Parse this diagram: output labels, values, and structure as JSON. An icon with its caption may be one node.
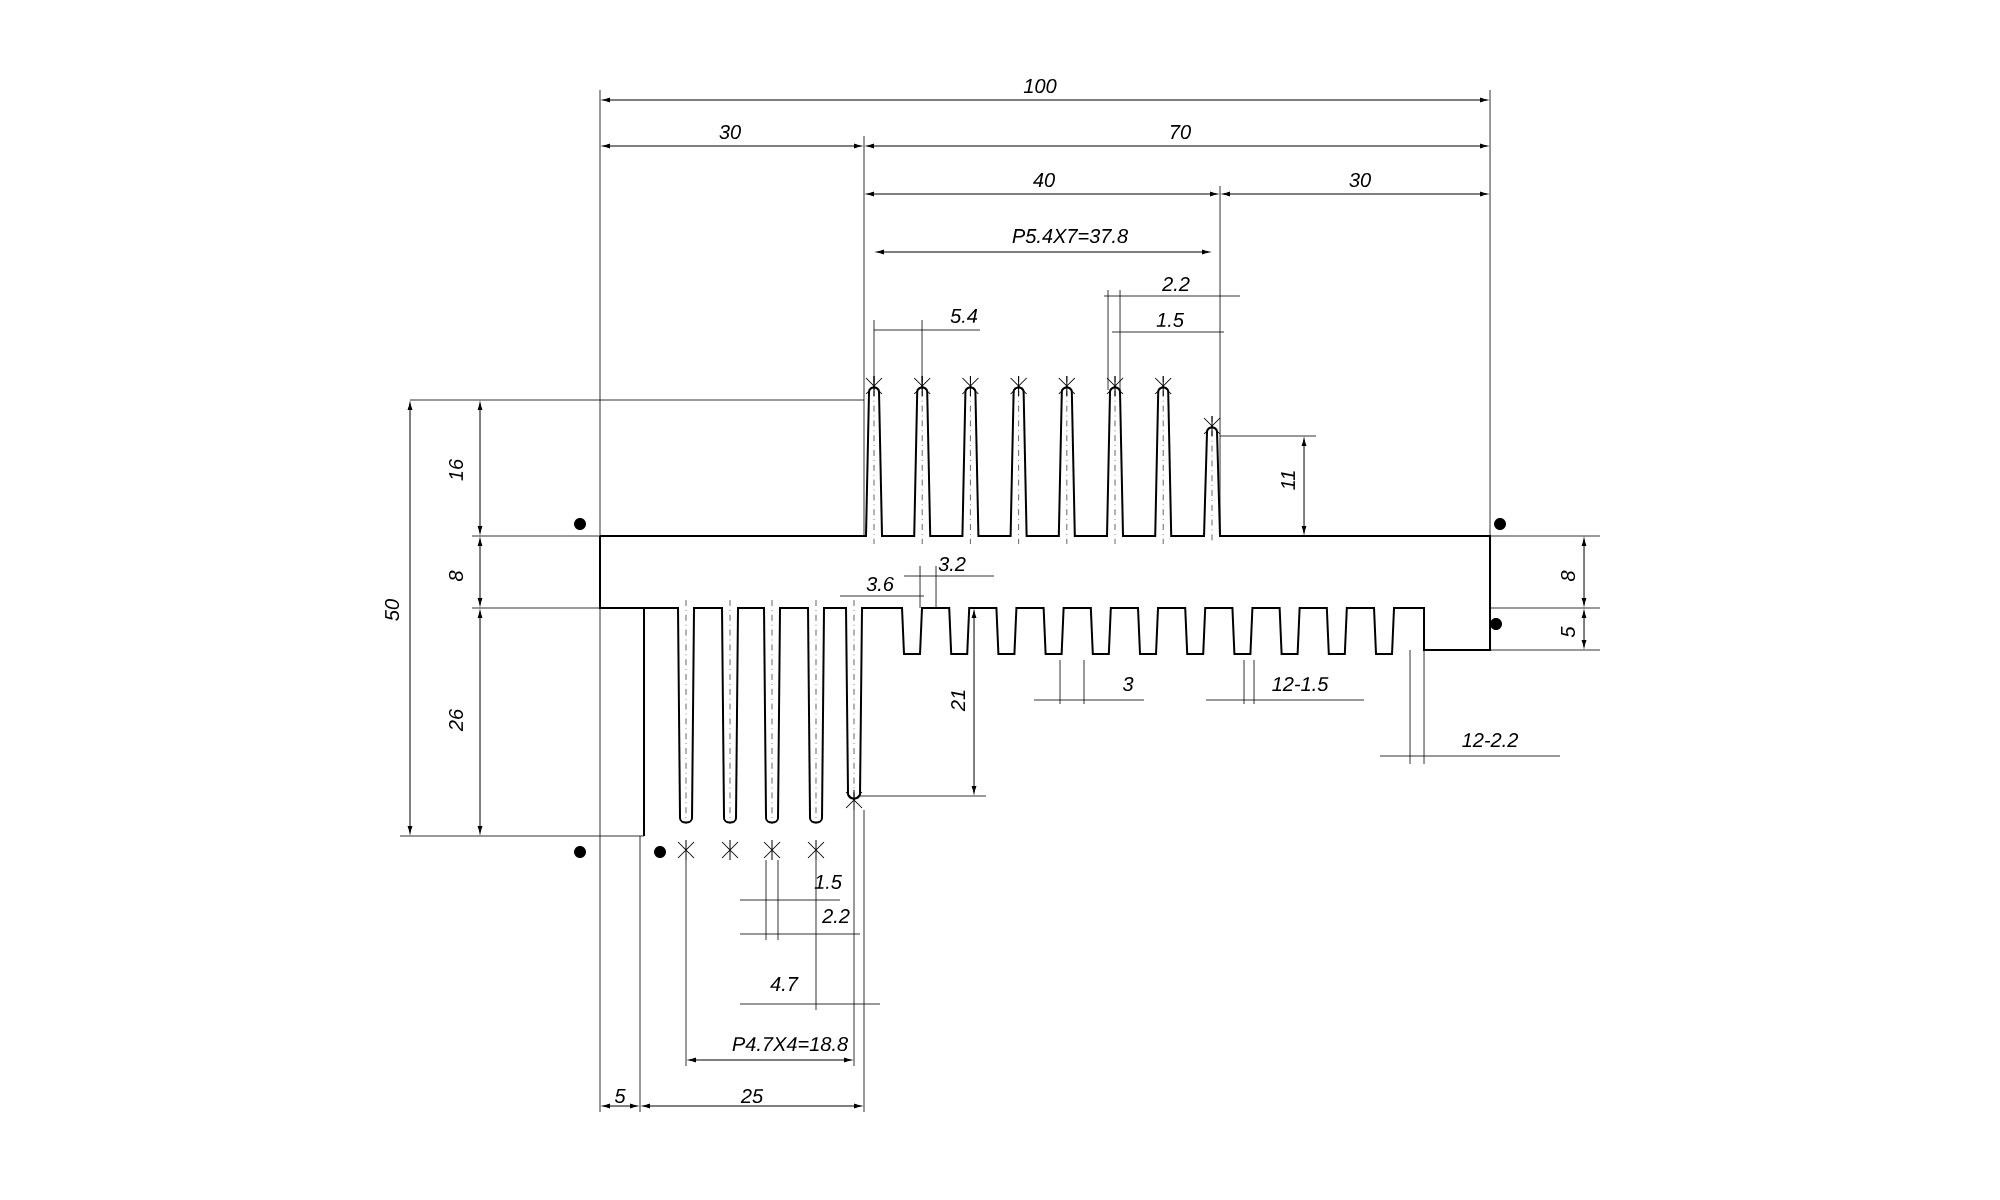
{
  "diagram": {
    "labels": [
      "100",
      "30",
      "70",
      "40",
      "30",
      "P5.4X7=37.8",
      "2.2",
      "5.4",
      "1.5",
      "16",
      "11",
      "50",
      "8",
      "3.6",
      "3.2",
      "8",
      "5",
      "26",
      "21",
      "3",
      "12-1.5",
      "12-2.2",
      "1.5",
      "2.2",
      "4.7",
      "P4.7X4=18.8",
      "5",
      "25"
    ]
  }
}
